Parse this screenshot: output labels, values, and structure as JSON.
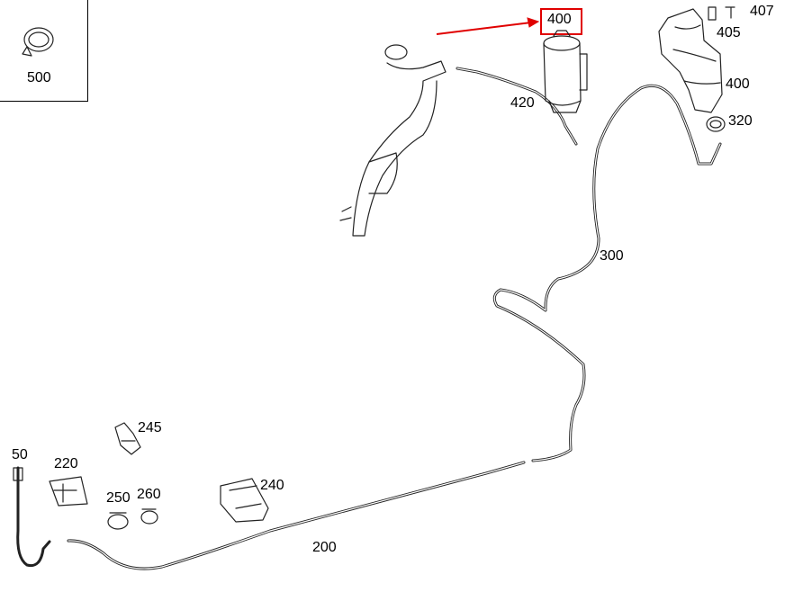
{
  "diagram": {
    "title_callout": "400",
    "highlight_color": "#e00000",
    "inset": {
      "label": "500"
    },
    "labels": {
      "p407": "407",
      "p405": "405",
      "p400b": "400",
      "p320": "320",
      "p420": "420",
      "p300": "300",
      "p245": "245",
      "p50": "50",
      "p220": "220",
      "p250": "250",
      "p260": "260",
      "p240": "240",
      "p200": "200"
    }
  }
}
